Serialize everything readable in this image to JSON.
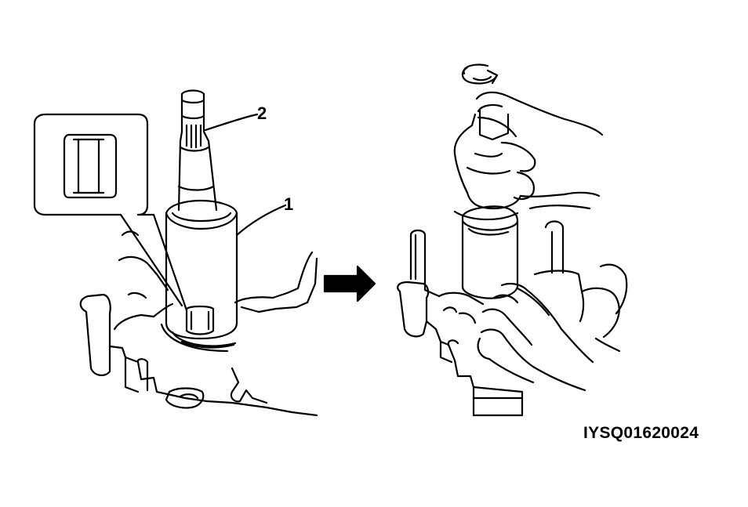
{
  "callouts": [
    {
      "id": "1"
    },
    {
      "id": "2"
    }
  ],
  "figure_code": "IYSQ01620024",
  "colors": {
    "line": "#000000",
    "background": "#ffffff"
  }
}
